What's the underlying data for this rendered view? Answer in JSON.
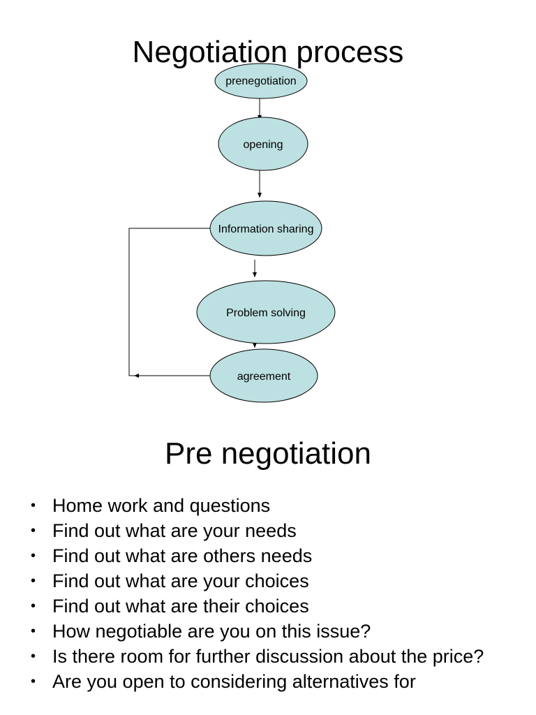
{
  "slide1": {
    "title": "Negotiation process",
    "nodes": {
      "prenegotiation": "prenegotiation",
      "opening": "opening",
      "information_sharing": "Information sharing",
      "problem_solving": "Problem solving",
      "agreement": "agreement"
    },
    "node_fill": "#bde0e2",
    "node_stroke": "#000000"
  },
  "slide2": {
    "title": "Pre negotiation",
    "bullets": [
      "Home work and questions",
      "Find out what are your needs",
      "Find out what are others needs",
      "Find out what are your choices",
      "Find out what are their choices",
      "How negotiable are you on this issue?",
      "Is there room for further discussion about the price?",
      "Are you open to considering alternatives for"
    ]
  }
}
